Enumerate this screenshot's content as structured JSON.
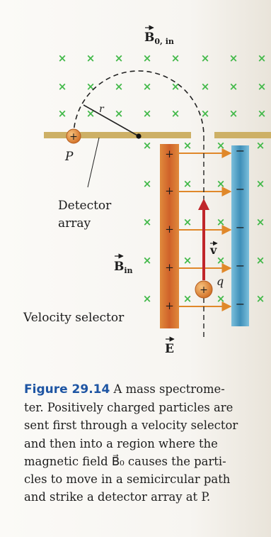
{
  "figure": {
    "field_label_top": "B",
    "field_label_top_sub": "0, in",
    "radius_label": "r",
    "point_label": "P",
    "detector_label_line1": "Detector",
    "detector_label_line2": "array",
    "field_label_mid": "B",
    "field_label_mid_sub": "in",
    "velocity_label": "v",
    "charge_label": "q",
    "selector_label": "Velocity selector",
    "efield_label": "E",
    "plus_sign": "+",
    "minus_sign": "−",
    "cross_symbol": "×"
  },
  "caption": {
    "figure_number": "Figure 29.14",
    "lines": [
      "A mass spectrome-",
      "ter. Positively charged particles are",
      "sent first through a velocity selector",
      "and then into a region where the",
      "magnetic field B⃗₀ causes the parti-",
      "cles to move in a semicircular path",
      "and strike a detector array at P."
    ]
  },
  "colors": {
    "field_cross": "#43b94a",
    "plate_positive": "#d5732e",
    "plate_negative": "#5aa6c9",
    "arrow_efield": "#e0882a",
    "velocity_arrow": "#c0262b",
    "detector_bar": "#cdb066",
    "figure_title": "#1e55a3"
  }
}
